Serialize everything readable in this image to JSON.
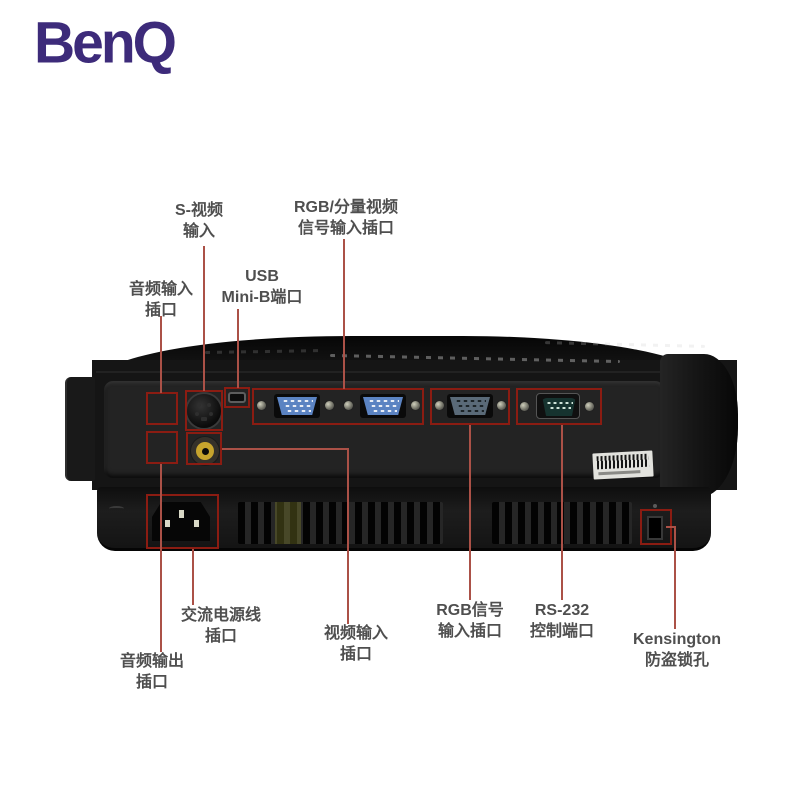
{
  "logo": {
    "text": "BenQ",
    "color": "#3d2b7a"
  },
  "callouts": {
    "audio_in": {
      "line1": "音频输入",
      "line2": "插口"
    },
    "s_video": {
      "line1": "S-视频",
      "line2": "输入"
    },
    "usb": {
      "line1": "USB",
      "line2": "Mini-B端口"
    },
    "rgb_component": {
      "line1": "RGB/分量视频",
      "line2": "信号输入插口"
    },
    "ac_power": {
      "line1": "交流电源线",
      "line2": "插口"
    },
    "audio_out": {
      "line1": "音频输出",
      "line2": "插口"
    },
    "video_in": {
      "line1": "视频输入",
      "line2": "插口"
    },
    "rgb_signal": {
      "line1": "RGB信号",
      "line2": "输入插口"
    },
    "rs232": {
      "line1": "RS-232",
      "line2": "控制端口"
    },
    "kensington": {
      "line1": "Kensington",
      "line2": "防盗锁孔"
    }
  },
  "ports": [
    "audio-in-jack-blue",
    "audio-out-jack-green",
    "s-video-port",
    "composite-video-rca-yellow",
    "usb-mini-b-port",
    "vga-input-port-1",
    "vga-input-port-2",
    "vga-monitor-out-port",
    "rs232-db9-port",
    "ac-power-inlet",
    "kensington-lock-slot",
    "barcode-sticker"
  ],
  "colors": {
    "logo": "#3d2b7a",
    "leader_line": "#ab5147",
    "port_highlight_box": "#8b1c12",
    "label_text": "#4f4f4f",
    "vga_face_blue": "#5b83c2",
    "audio_in_ring": "#4a82ab",
    "audio_out_ring": "#909a58",
    "rca_ring_yellow": "#c7a42d",
    "body_black": "#151515"
  }
}
